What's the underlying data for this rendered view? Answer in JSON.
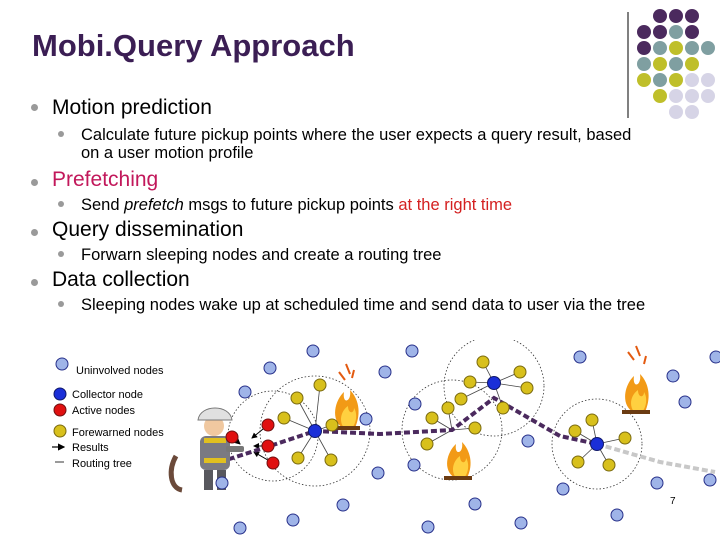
{
  "slide": {
    "title": "Mobi.Query Approach",
    "page_number": "7"
  },
  "bullets": [
    {
      "text": "Motion prediction",
      "sub": "Calculate future pickup points where the user expects a query result, based on a user motion profile"
    },
    {
      "text": "Prefetching",
      "sub_pre": "Send ",
      "sub_em": "prefetch",
      "sub_mid": " msgs to future pickup points ",
      "sub_highlight": "at the right time"
    },
    {
      "text": "Query dissemination",
      "sub": "Forwarn sleeping nodes and create a routing tree"
    },
    {
      "text": "Data collection",
      "sub": "Sleeping nodes wake up at scheduled time and send data to user via the tree"
    }
  ],
  "legend": {
    "uninvolved": "Uninvolved nodes",
    "collector": "Collector node",
    "active": "Active nodes",
    "forewarned": "Forewarned nodes",
    "results": "Results",
    "routing": "Routing tree"
  },
  "colors": {
    "title": "#3b1e54",
    "prefetching": "#c2185b",
    "highlight": "#d42020",
    "uninvolved_node": "#9fb4e8",
    "collector_node": "#1a2fd8",
    "active_node": "#e01010",
    "forewarned_node": "#d8c01c",
    "deco_purple": "#4b2a5e",
    "deco_teal": "#7f9fa1",
    "deco_yellow": "#bfbf2a",
    "deco_lavender": "#d6d4e6"
  }
}
